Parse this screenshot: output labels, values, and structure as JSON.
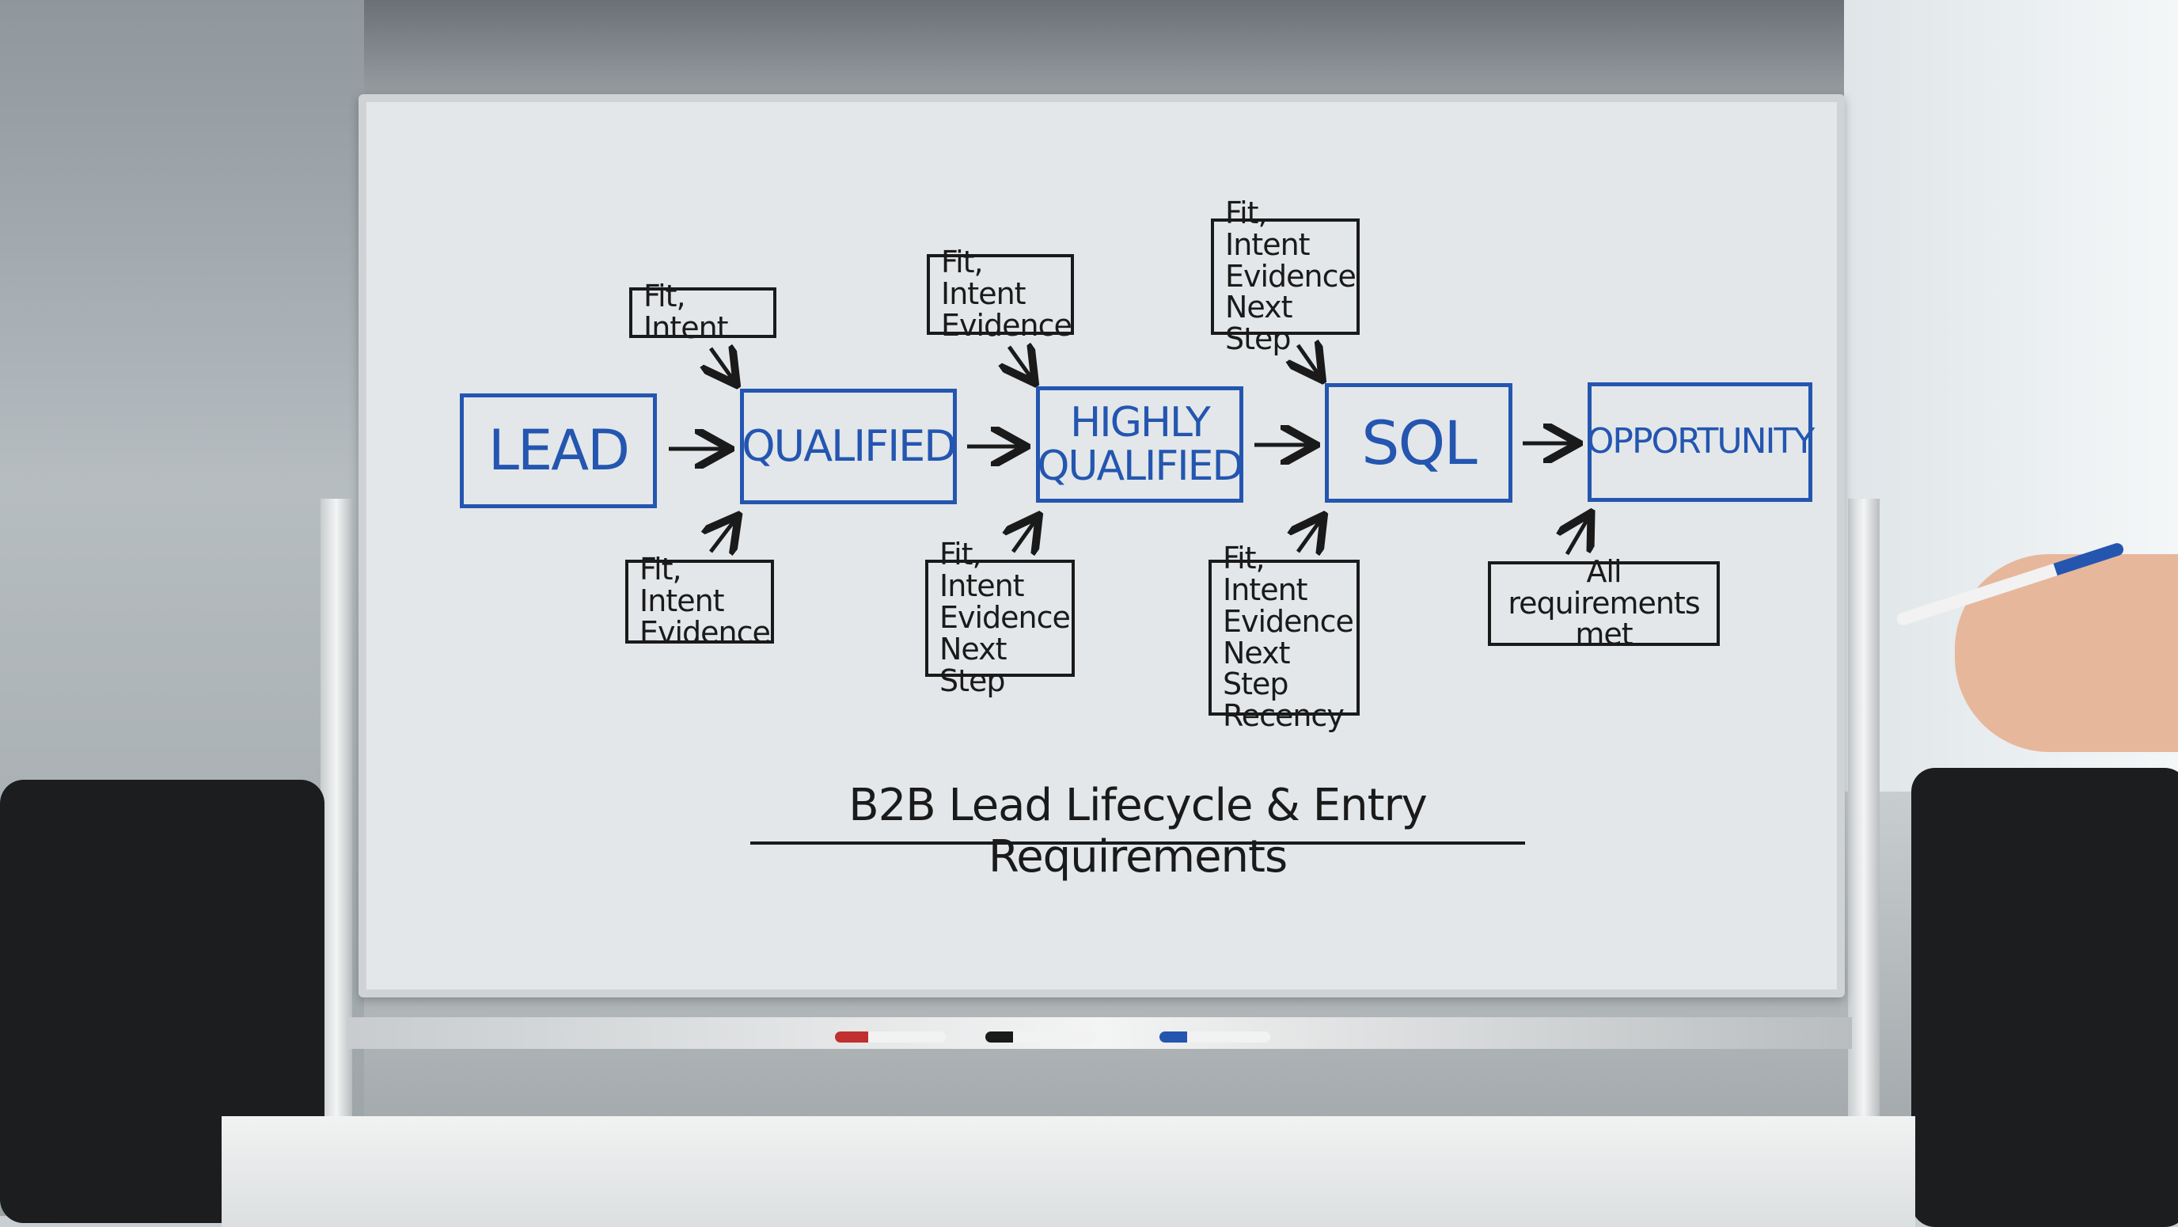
{
  "diagram": {
    "stages": [
      "LEAD",
      "QUALIFIED",
      "HIGHLY QUALIFIED",
      "SQL",
      "OPPORTUNITY"
    ],
    "entry_requirements_top": [
      [
        "Fit, Intent"
      ],
      [
        "Fit, Intent",
        "Evidence"
      ],
      [
        "Fit, Intent",
        "Evidence",
        "Next Step"
      ]
    ],
    "entry_requirements_bottom": [
      [
        "Fit, Intent",
        "Evidence"
      ],
      [
        "Fit, Intent",
        "Evidence",
        "Next Step"
      ],
      [
        "Fit, Intent",
        "Evidence",
        "Next Step",
        "Recency"
      ],
      [
        "All requirements",
        "met"
      ]
    ],
    "title": "B2B Lead Lifecycle & Entry Requirements"
  },
  "colors": {
    "stage": "#2456b0",
    "text": "#1a1a1a",
    "board": "#e3e7ea"
  },
  "markers": [
    "#c0302e",
    "#1a1a1a",
    "#2456b0"
  ]
}
